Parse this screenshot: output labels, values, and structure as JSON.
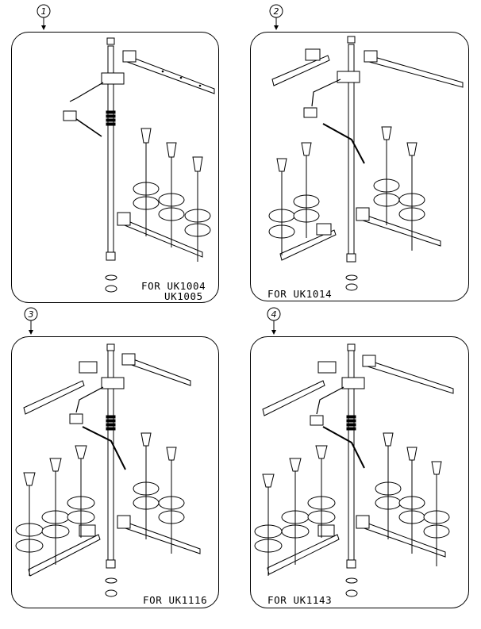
{
  "panels": [
    {
      "number": "1",
      "caption_lines": [
        "FOR UK1004",
        "UK1005"
      ]
    },
    {
      "number": "2",
      "caption_lines": [
        "FOR UK1014"
      ]
    },
    {
      "number": "3",
      "caption_lines": [
        "FOR UK1116"
      ]
    },
    {
      "number": "4",
      "caption_lines": [
        "FOR UK1143"
      ]
    }
  ]
}
